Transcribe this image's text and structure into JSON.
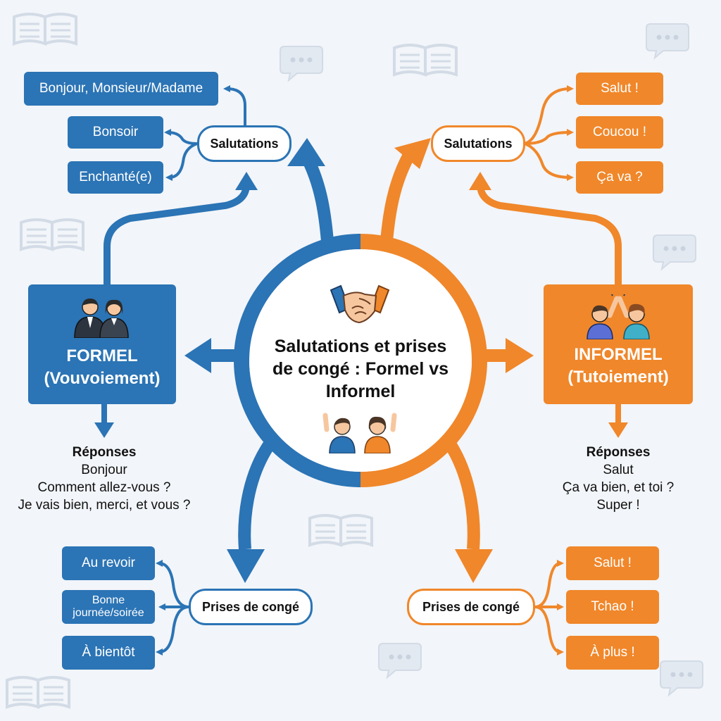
{
  "title": "Salutations et prises de congé : Formel vs Informel",
  "colors": {
    "formal": "#2b74b5",
    "informal": "#f0872a",
    "background": "#f2f5f9"
  },
  "icons": {
    "center_top": "handshake-icon",
    "center_bottom": "waving-people-icon",
    "formal": "business-people-icon",
    "informal": "high-five-friends-icon",
    "background": [
      "open-book-icon",
      "speech-bubble-icon"
    ]
  },
  "formal": {
    "label_line1": "FORMEL",
    "label_line2": "(Vouvoiement)",
    "greetings": {
      "label": "Salutations",
      "items": [
        "Bonjour, Monsieur/Madame",
        "Bonsoir",
        "Enchanté(e)"
      ]
    },
    "responses": {
      "heading": "Réponses",
      "lines": [
        "Bonjour",
        "Comment allez-vous ?",
        "Je vais bien, merci, et vous ?"
      ]
    },
    "farewells": {
      "label": "Prises de congé",
      "items": [
        "Au revoir",
        "Bonne journée/soirée",
        "À bientôt"
      ]
    }
  },
  "informal": {
    "label_line1": "INFORMEL",
    "label_line2": "(Tutoiement)",
    "greetings": {
      "label": "Salutations",
      "items": [
        "Salut !",
        "Coucou !",
        "Ça va ?"
      ]
    },
    "responses": {
      "heading": "Réponses",
      "lines": [
        "Salut",
        "Ça va bien, et toi ?",
        "Super !"
      ]
    },
    "farewells": {
      "label": "Prises de congé",
      "items": [
        "Salut !",
        "Tchao !",
        "À plus !"
      ]
    }
  }
}
